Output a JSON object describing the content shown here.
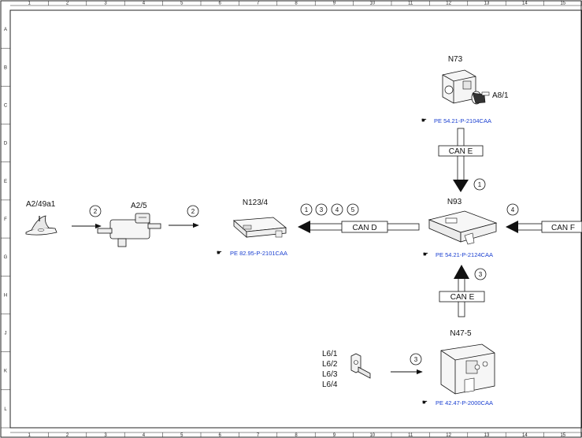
{
  "grid": {
    "columns": [
      "1",
      "2",
      "3",
      "4",
      "5",
      "6",
      "7",
      "8",
      "9",
      "10",
      "11",
      "12",
      "13",
      "14",
      "15"
    ],
    "rows": [
      "A",
      "B",
      "C",
      "D",
      "E",
      "F",
      "G",
      "H",
      "J",
      "K",
      "L"
    ]
  },
  "components": {
    "a2_49a1": {
      "label": "A2/49a1"
    },
    "a2_5": {
      "label": "A2/5"
    },
    "n123_4": {
      "label": "N123/4",
      "ref": "PE 82.95-P-2101CAA"
    },
    "n73": {
      "label": "N73",
      "sub_label": "A8/1",
      "ref": "PE 54.21-P-2104CAA"
    },
    "n93": {
      "label": "N93",
      "ref": "PE 54.21-P-2124CAA"
    },
    "n47_5": {
      "label": "N47-5",
      "ref": "PE 42.47-P-2000CAA"
    },
    "l6": {
      "labels": [
        "L6/1",
        "L6/2",
        "L6/3",
        "L6/4"
      ]
    }
  },
  "buses": {
    "can_e_top": "CAN E",
    "can_d": "CAN D",
    "can_f": "CAN F",
    "can_e_bottom": "CAN E"
  },
  "signals": {
    "a2_49a1_to_a2_5": "2",
    "a2_5_to_n123_4": "2",
    "n73_to_n93": "1",
    "n93_to_n123_4": [
      "1",
      "3",
      "4",
      "5"
    ],
    "can_f_in": "4",
    "n47_5_to_n93": "3",
    "l6_to_n47_5": "3"
  }
}
